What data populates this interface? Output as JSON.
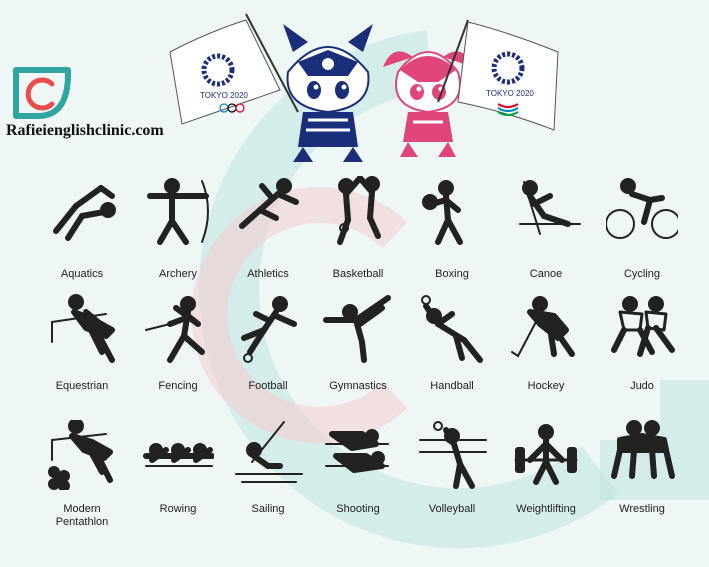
{
  "site": {
    "name": "Rafieienglishclinic.com"
  },
  "mascots": {
    "flag_left_text": "TOKYO 2020",
    "flag_right_text": "TOKYO 2020"
  },
  "colors": {
    "watermark_teal": "#2fa7a0",
    "watermark_red": "#e84c4c",
    "mascot_pink": "#e0457b",
    "mascot_blue": "#1b2e7a"
  },
  "sports": [
    {
      "name": "Aquatics",
      "icon": "aquatics-icon"
    },
    {
      "name": "Archery",
      "icon": "archery-icon"
    },
    {
      "name": "Athletics",
      "icon": "athletics-icon"
    },
    {
      "name": "Basketball",
      "icon": "basketball-icon"
    },
    {
      "name": "Boxing",
      "icon": "boxing-icon"
    },
    {
      "name": "Canoe",
      "icon": "canoe-icon"
    },
    {
      "name": "Cycling",
      "icon": "cycling-icon"
    },
    {
      "name": "Equestrian",
      "icon": "equestrian-icon"
    },
    {
      "name": "Fencing",
      "icon": "fencing-icon"
    },
    {
      "name": "Football",
      "icon": "football-icon"
    },
    {
      "name": "Gymnastics",
      "icon": "gymnastics-icon"
    },
    {
      "name": "Handball",
      "icon": "handball-icon"
    },
    {
      "name": "Hockey",
      "icon": "hockey-icon"
    },
    {
      "name": "Judo",
      "icon": "judo-icon"
    },
    {
      "name": "Modern Pentathlon",
      "icon": "modern-pentathlon-icon"
    },
    {
      "name": "Rowing",
      "icon": "rowing-icon"
    },
    {
      "name": "Sailing",
      "icon": "sailing-icon"
    },
    {
      "name": "Shooting",
      "icon": "shooting-icon"
    },
    {
      "name": "Volleyball",
      "icon": "volleyball-icon"
    },
    {
      "name": "Weightlifting",
      "icon": "weightlifting-icon"
    },
    {
      "name": "Wrestling",
      "icon": "wrestling-icon"
    }
  ]
}
